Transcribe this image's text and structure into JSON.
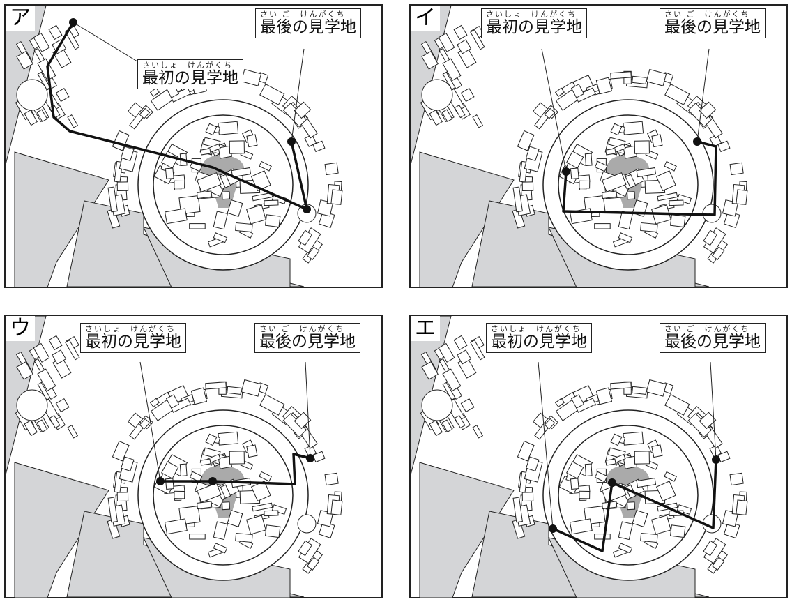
{
  "panels": [
    {
      "id": "a",
      "letter": "ア",
      "first": {
        "ruby": "さいしょ　けんがくち",
        "label": "最初の見学地"
      },
      "last": {
        "ruby": "さい ご　けんがくち",
        "label": "最後の見学地"
      }
    },
    {
      "id": "i",
      "letter": "イ",
      "first": {
        "ruby": "さいしょ　けんがくち",
        "label": "最初の見学地"
      },
      "last": {
        "ruby": "さい ご　けんがくち",
        "label": "最後の見学地"
      }
    },
    {
      "id": "u",
      "letter": "ウ",
      "first": {
        "ruby": "さいしょ　けんがくち",
        "label": "最初の見学地"
      },
      "last": {
        "ruby": "さい ご　けんがくち",
        "label": "最後の見学地"
      }
    },
    {
      "id": "e",
      "letter": "エ",
      "first": {
        "ruby": "さいしょ　けんがくち",
        "label": "最初の見学地"
      },
      "last": {
        "ruby": "さい ご　けんがくち",
        "label": "最後の見学地"
      }
    }
  ]
}
